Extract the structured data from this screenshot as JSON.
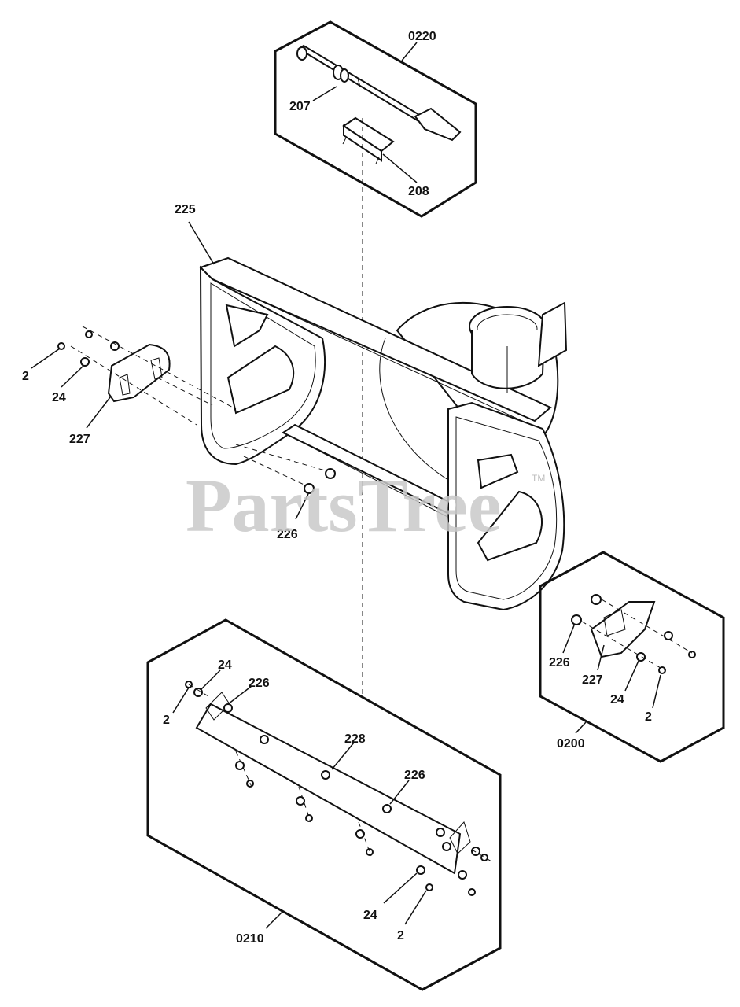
{
  "watermark": {
    "text": "PartsTree",
    "tm": "TM"
  },
  "groups": {
    "g0220": "0220",
    "g0200": "0200",
    "g0210": "0210"
  },
  "callouts": {
    "p207": "207",
    "p208": "208",
    "p225": "225",
    "p2_left": "2",
    "p24_left": "24",
    "p227_left": "227",
    "p226_center": "226",
    "p226_right": "226",
    "p227_right": "227",
    "p24_right": "24",
    "p2_right": "2",
    "p24_bottom_top": "24",
    "p226_bottom_top": "226",
    "p2_bottom_left": "2",
    "p228": "228",
    "p226_bottom_mid": "226",
    "p24_bottom_low": "24",
    "p2_bottom_low": "2"
  },
  "colors": {
    "line": "#111111",
    "watermark": "#c9c9c9",
    "background": "#ffffff"
  }
}
